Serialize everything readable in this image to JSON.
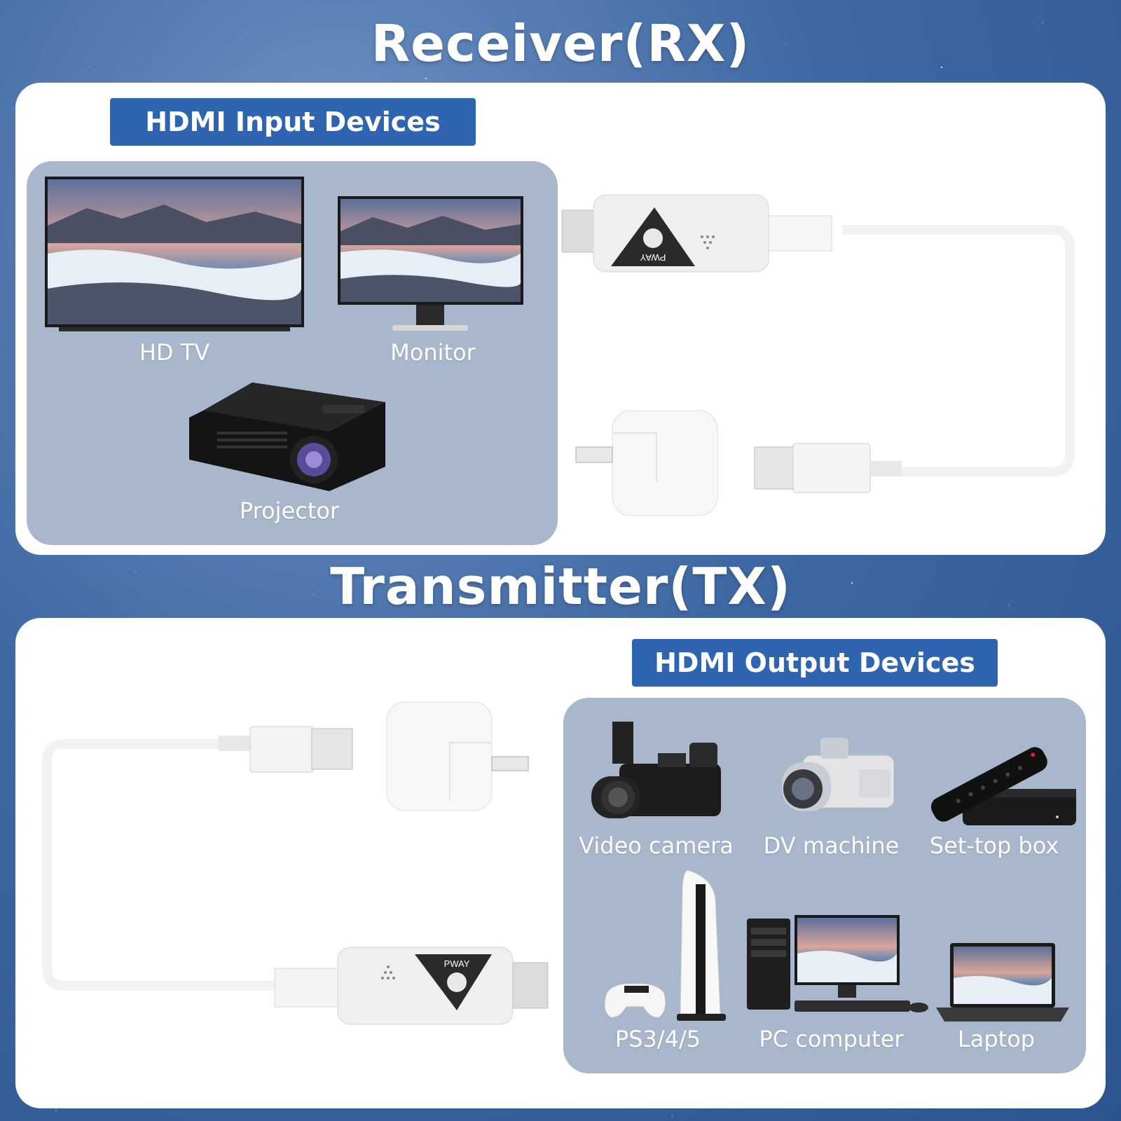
{
  "receiver": {
    "title": "Receiver(RX)",
    "section_label": "HDMI Input Devices",
    "devices": [
      "HD TV",
      "Monitor",
      "Projector"
    ],
    "dongle_brand": "PWAY"
  },
  "transmitter": {
    "title": "Transmitter(TX)",
    "section_label": "HDMI Output Devices",
    "devices": [
      "Video camera",
      "DV machine",
      "Set-top box",
      "PS3/4/5",
      "PC computer",
      "Laptop"
    ],
    "dongle_brand": "PWAY"
  },
  "colors": {
    "background": "#3f69a4",
    "pill": "#2f65b0",
    "device_box": "#a9b7cc",
    "panel": "#ffffff"
  }
}
